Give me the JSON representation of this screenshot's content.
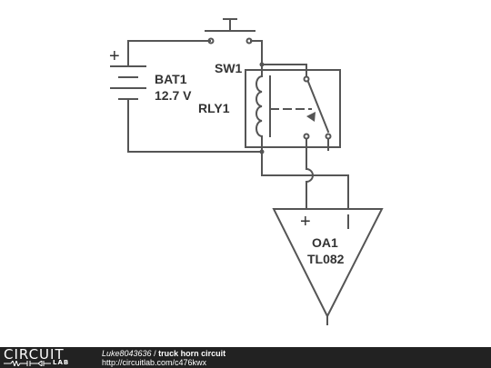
{
  "diagram": {
    "components": {
      "battery": {
        "ref": "BAT1",
        "value": "12.7 V",
        "plus_symbol": "+"
      },
      "switch": {
        "ref": "SW1"
      },
      "relay": {
        "ref": "RLY1"
      },
      "opamp": {
        "ref": "OA1",
        "part": "TL082",
        "plus_symbol": "+",
        "minus_symbol": "−"
      }
    }
  },
  "footer": {
    "brand_top": "CIRCUIT",
    "brand_bottom": "LAB",
    "author": "Luke8043636",
    "separator": " / ",
    "title": "truck horn circuit",
    "url": "http://circuitlab.com/c476kwx"
  },
  "colors": {
    "wire": "#555555",
    "text": "#333333",
    "footer_bg": "#222222",
    "footer_text": "#ffffff"
  }
}
